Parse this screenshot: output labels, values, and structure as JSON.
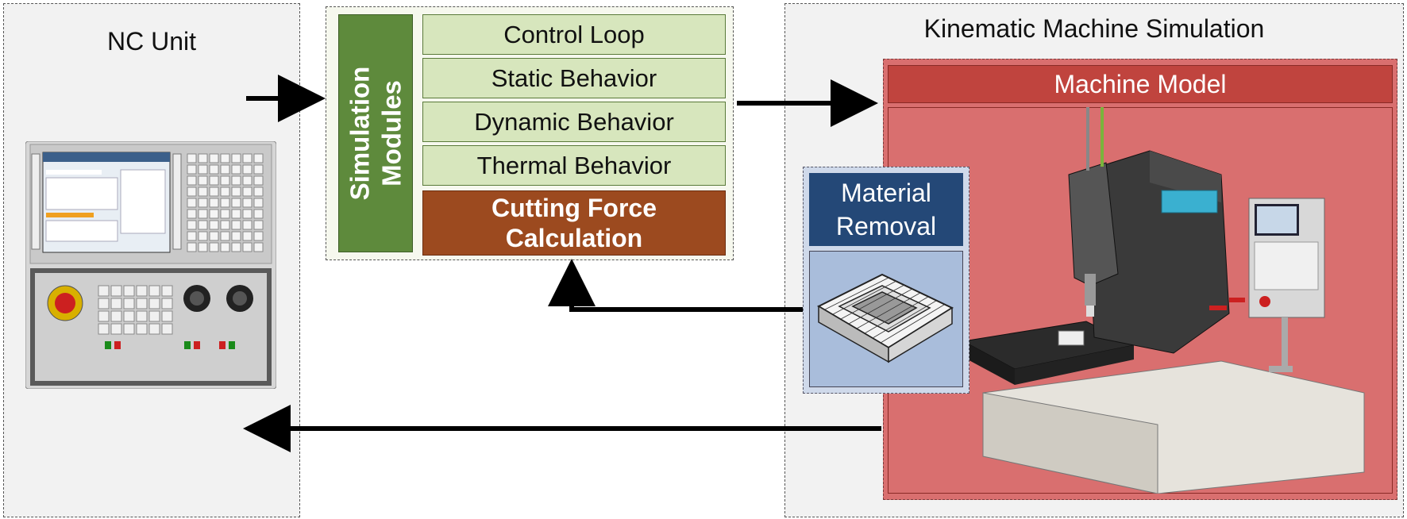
{
  "nc_unit": {
    "title": "NC Unit"
  },
  "simulation": {
    "vertical_label": "Simulation\nModules",
    "modules": [
      {
        "label": "Control Loop"
      },
      {
        "label": "Static Behavior"
      },
      {
        "label": "Dynamic Behavior"
      },
      {
        "label": "Thermal Behavior"
      }
    ],
    "cutting_force": "Cutting Force\nCalculation"
  },
  "kinematic": {
    "title": "Kinematic Machine Simulation",
    "machine_model": "Machine Model"
  },
  "material_removal": {
    "label": "Material\nRemoval"
  },
  "colors": {
    "simulation_green": "#5e8a3c",
    "module_fill": "#d7e6bd",
    "cutting_brown": "#9c4a1f",
    "machine_red": "#d96f6f",
    "machine_header": "#c0443e",
    "material_blue": "#244877"
  }
}
